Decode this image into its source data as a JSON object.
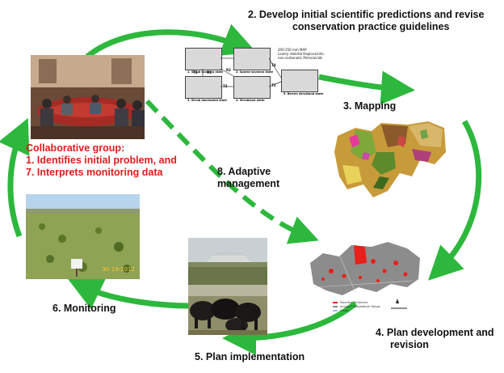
{
  "steps": {
    "step2": {
      "line1": "2. Develop initial scientific predictions and revise",
      "line2": "conservation practice guidelines"
    },
    "step3": "3. Mapping",
    "step4": {
      "line1": "4. Plan development and",
      "line2": "revision"
    },
    "step5": "5. Plan implementation",
    "step6": "6. Monitoring",
    "step8": {
      "line1": "8. Adaptive",
      "line2": "management"
    }
  },
  "collaborative": {
    "line1": "Collaborative group:",
    "line2": "1. Identifies initial problem, and",
    "line3": "7. Interprets monitoring data"
  },
  "photos": {
    "meeting": "meeting-photo",
    "grassland": "grassland-monitoring-photo",
    "grassland_date": "30-19-2012",
    "aerial": "aerial-spraying-photo",
    "cattle": "cattle-photo"
  },
  "stm": {
    "boxes": [
      {
        "title": "1. Shrub savanna state"
      },
      {
        "title": "2. Sparse savanna state"
      },
      {
        "title": "3. Shrub dominated state"
      },
      {
        "title": "4. Shrubland state"
      },
      {
        "title": "5. Barren shrubland state"
      }
    ],
    "note": {
      "line1": "200-250 mm MAP",
      "line2": "Loamy skeletal Haplocalcids,",
      "line3": "non-carbonatic Petrocalcids"
    },
    "transitions": [
      "T1",
      "R1",
      "R2",
      "T3",
      "T4",
      "T2"
    ]
  },
  "colors": {
    "arrow": "#2db83d",
    "label_red": "#e01b1b",
    "map_gray": "#8c8c8c",
    "map_red": "#e8201a"
  },
  "map_legend": [
    "Potential Treatment",
    "Juniper/Creosotebush Range",
    "Creek"
  ]
}
